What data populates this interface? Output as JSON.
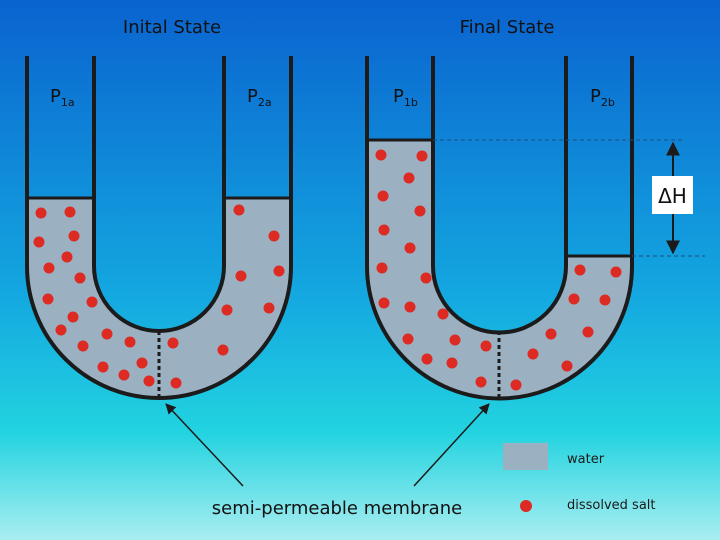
{
  "titles": {
    "initial": "Inital State",
    "final": "Final State"
  },
  "labels": {
    "p1a_main": "P",
    "p1a_sub": "1a",
    "p2a_main": "P",
    "p2a_sub": "2a",
    "p1b_main": "P",
    "p1b_sub": "1b",
    "p2b_main": "P",
    "p2b_sub": "2b",
    "delta_h": "ΔH",
    "membrane": "semi-permeable membrane"
  },
  "legend": {
    "water": "water",
    "salt": "dissolved salt"
  },
  "colors": {
    "background_top": "#0a63cf",
    "background_mid": "#14a8e0",
    "background_bottom": "#a9eef0",
    "water": "#9bb1c1",
    "salt": "#dd2a22",
    "tube_outline": "#1b1b1b",
    "text": "#111111"
  }
}
